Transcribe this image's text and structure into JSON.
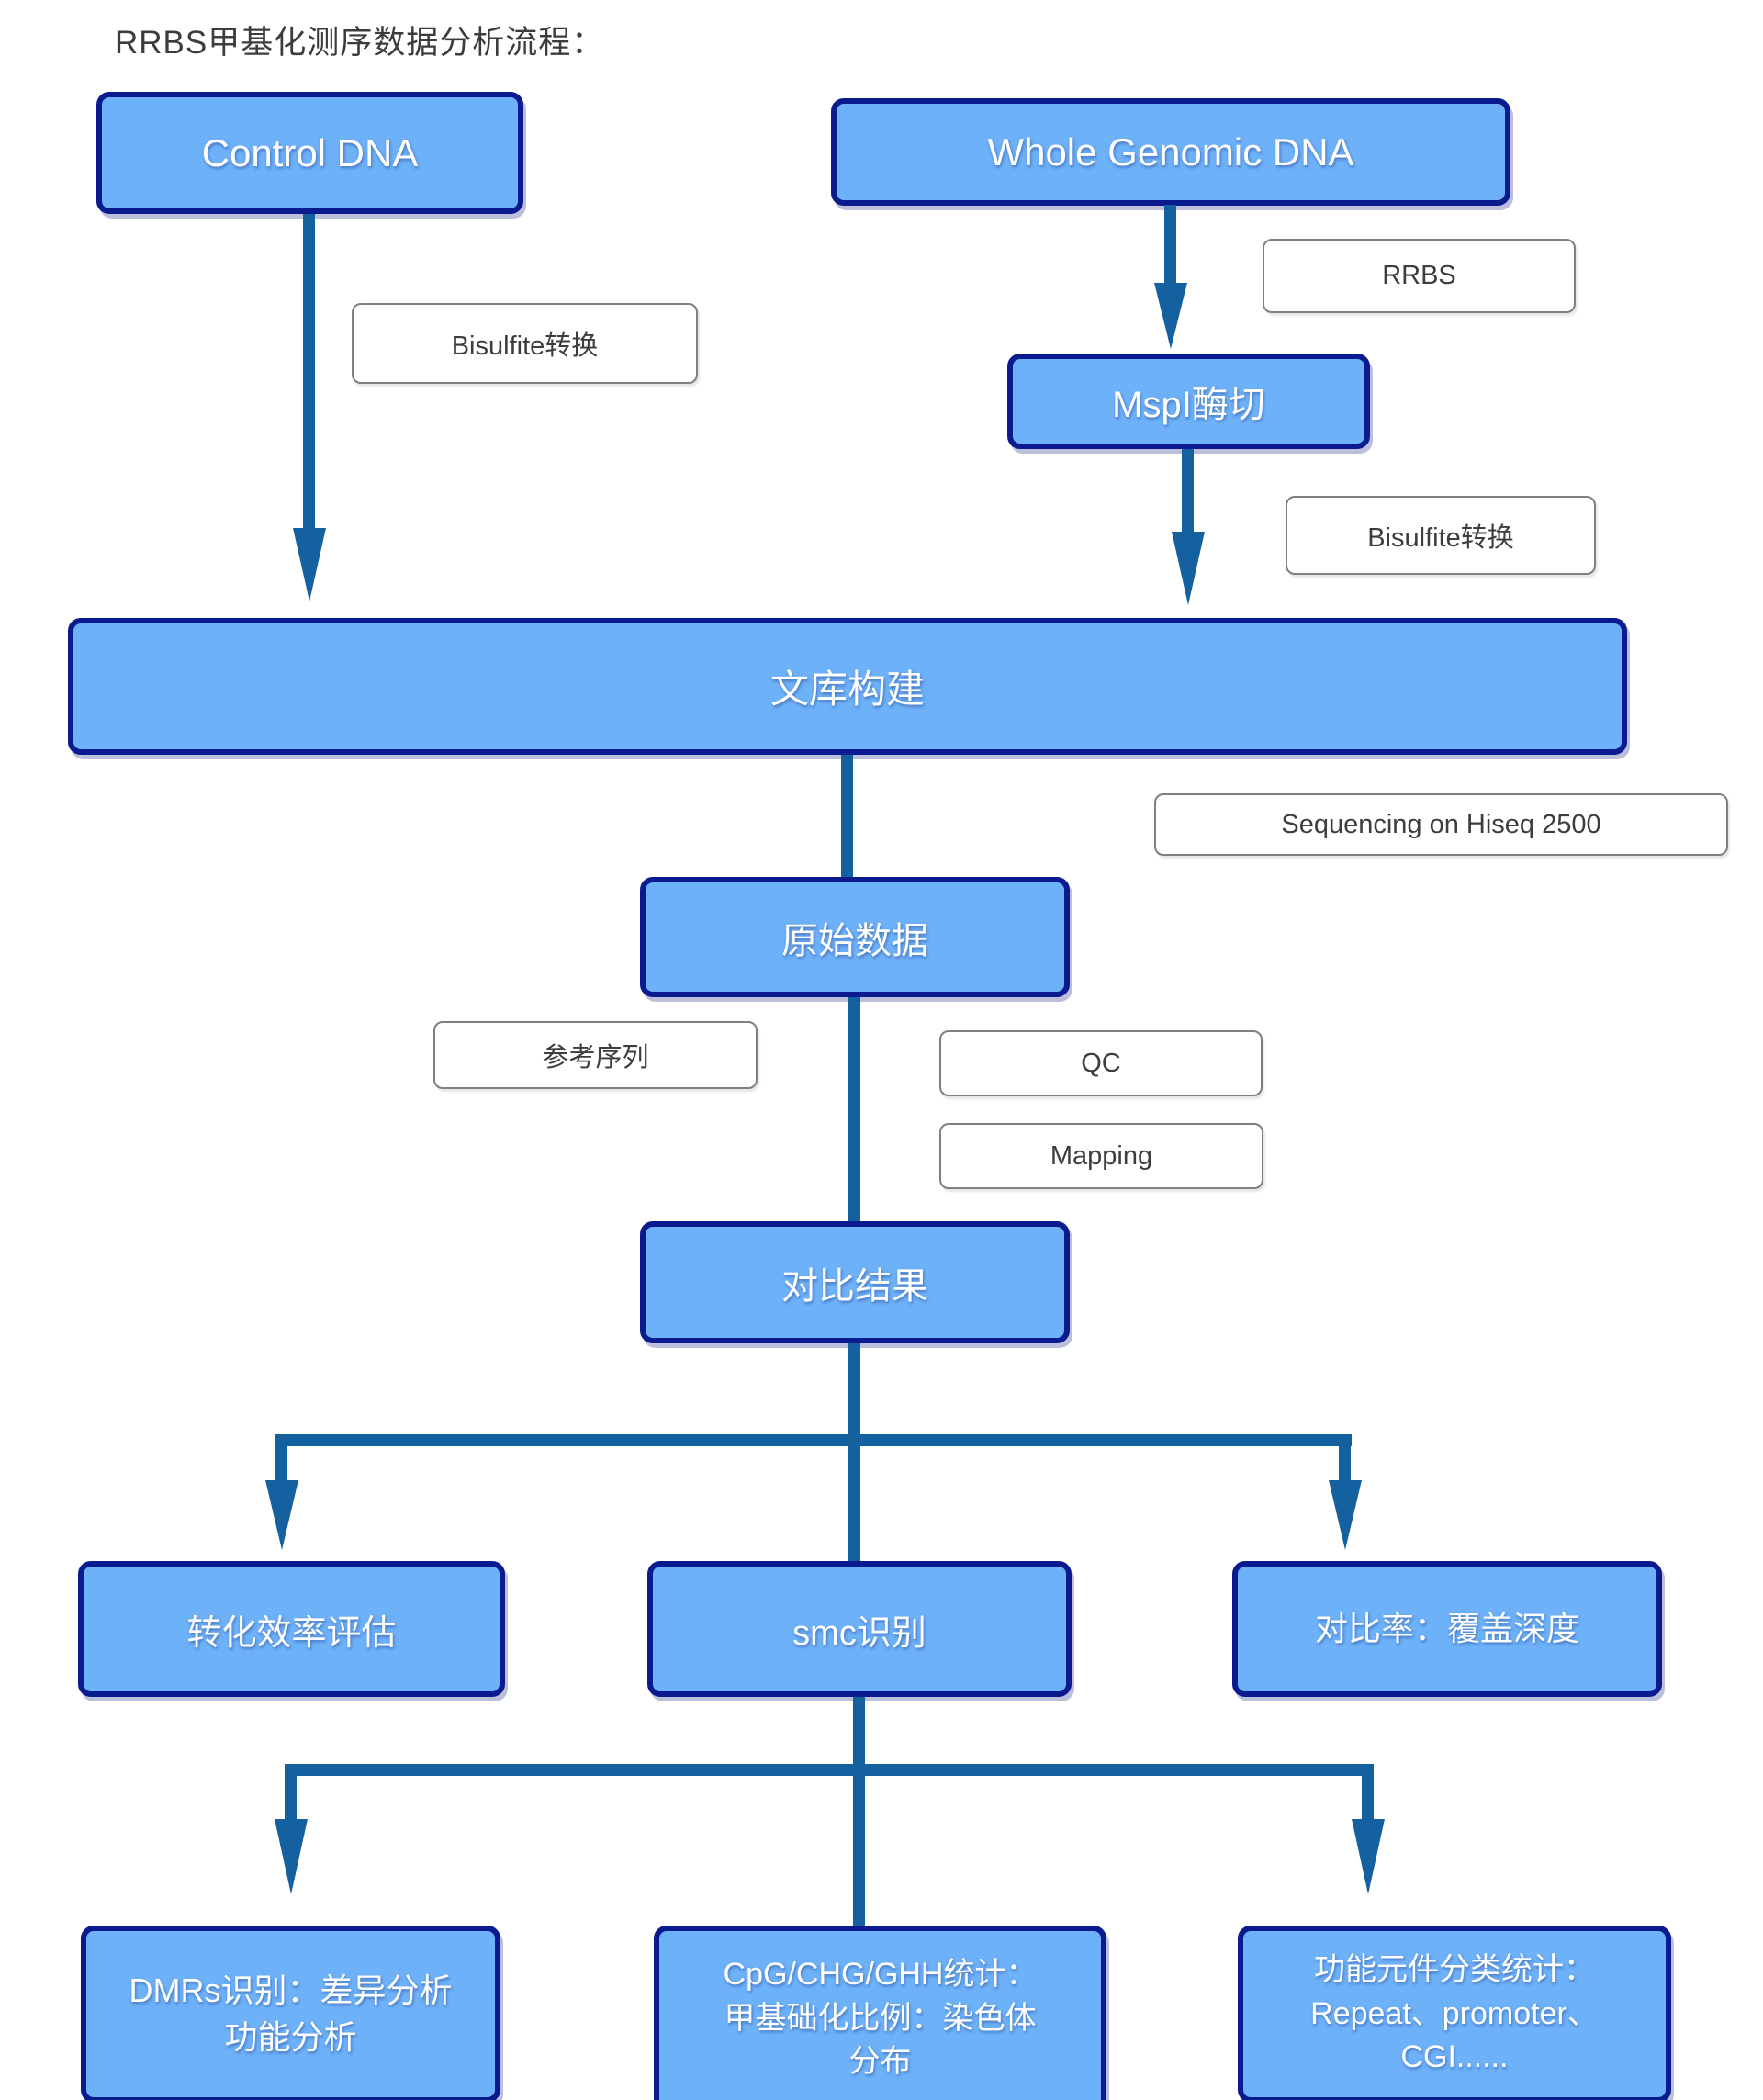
{
  "title": "RRBS甲基化测序数据分析流程：",
  "colors": {
    "node_fill": "#6db1f9",
    "node_border": "#0a1b8f",
    "connector": "#15609f",
    "label_border": "#808080",
    "label_text": "#3d3d3d"
  },
  "nodes": {
    "control_dna": {
      "label": "Control DNA"
    },
    "whole_genomic_dna": {
      "label": "Whole Genomic DNA"
    },
    "bisulfite_left": {
      "label": "Bisulfite转换"
    },
    "rrbs": {
      "label": "RRBS"
    },
    "mspi_digest": {
      "label": "MspI酶切"
    },
    "bisulfite_right": {
      "label": "Bisulfite转换"
    },
    "library_build": {
      "label": "文库构建"
    },
    "sequencing": {
      "label": "Sequencing on Hiseq 2500"
    },
    "raw_data": {
      "label": "原始数据"
    },
    "reference_seq": {
      "label": "参考序列"
    },
    "qc": {
      "label": "QC"
    },
    "mapping": {
      "label": "Mapping"
    },
    "align_result": {
      "label": "对比结果"
    },
    "conversion_efficiency": {
      "label": "转化效率评估"
    },
    "smc_detect": {
      "label": "smc识别"
    },
    "align_rate": {
      "label": "对比率：覆盖深度"
    },
    "dmrs": {
      "label": "DMRs识别：差异分析\n功能分析"
    },
    "cpg_stats": {
      "label": "CpG/CHG/GHH统计：\n甲基础化比例：染色体\n分布"
    },
    "functional_elements": {
      "label": "功能元件分类统计：\nRepeat、promoter、\nCGI......"
    }
  }
}
